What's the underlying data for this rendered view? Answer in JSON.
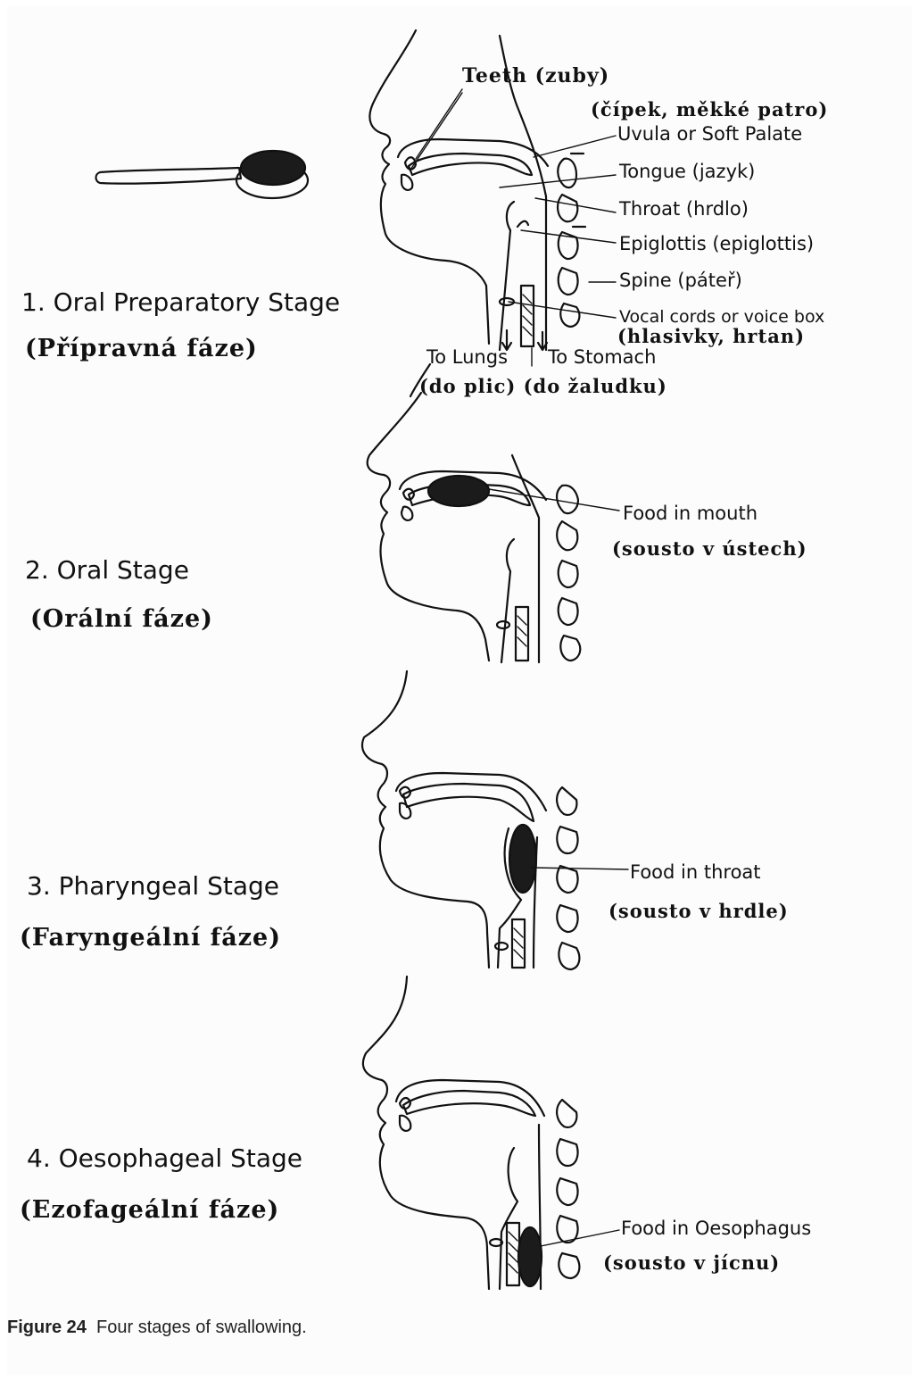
{
  "stages": [
    {
      "title": "1. Oral Preparatory Stage",
      "subtitle": "(Přípravná fáze)"
    },
    {
      "title": "2. Oral Stage",
      "subtitle": "(Orální fáze)"
    },
    {
      "title": "3. Pharyngeal Stage",
      "subtitle": "(Faryngeální fáze)"
    },
    {
      "title": "4. Oesophageal Stage",
      "subtitle": "(Ezofageální fáze)"
    }
  ],
  "labels": {
    "teeth": "Teeth (zuby)",
    "uvula_cz": "(čípek, měkké patro)",
    "uvula": "Uvula or Soft Palate",
    "tongue": "Tongue (jazyk)",
    "throat": "Throat (hrdlo)",
    "epiglottis": "Epiglottis (epiglottis)",
    "spine": "Spine (páteř)",
    "vocal": "Vocal cords or voice box",
    "vocal_cz": "(hlasivky, hrtan)",
    "to_lungs": "To Lungs",
    "to_stomach": "To Stomach",
    "to_lungs_stomach_cz": "(do plic) (do žaludku)",
    "food_mouth": "Food in mouth",
    "food_mouth_cz": "(sousto v ústech)",
    "food_throat": "Food in throat",
    "food_throat_cz": "(sousto v hrdle)",
    "food_oesophagus": "Food in Oesophagus",
    "food_oesophagus_cz": "(sousto v jícnu)"
  },
  "caption": {
    "figure": "Figure 24",
    "text": "Four stages of swallowing."
  }
}
